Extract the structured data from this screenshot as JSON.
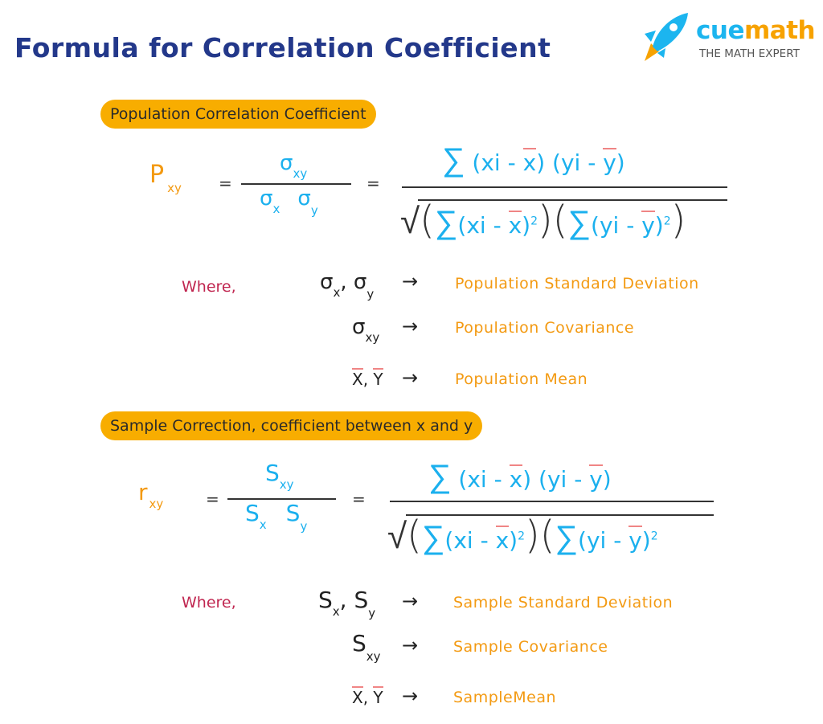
{
  "title": "Formula for Correlation Coefficient",
  "logo": {
    "brand_a": "cue",
    "brand_b": "math",
    "tagline": "THE MATH EXPERT",
    "icon": "rocket-icon"
  },
  "colors": {
    "title": "#23388a",
    "pill": "#f8ad00",
    "orange": "#f39a12",
    "blue": "#1bb0ee",
    "where": "#c02650",
    "overbar": "#f08585"
  },
  "formula_parts": {
    "eq": "=",
    "sum": "∑",
    "sqrt": "√",
    "lp": "(",
    "rp": ")",
    "xi": "(xi - ",
    "yi": "(yi - ",
    "x": "x",
    "y": "y",
    "close_mid": ") ",
    "close": ")",
    "sq": "2",
    "arrow": "→",
    "comma": ", ",
    "X": "X",
    "Y": "Y"
  },
  "sections": [
    {
      "heading": "Population Correlation Coefficient",
      "lhs": "P",
      "lhs_sub": "xy",
      "mid": "σ",
      "mid_sub": "xy",
      "den_a": "σ",
      "den_a_sub": "x",
      "den_b": "σ",
      "den_b_sub": "y",
      "where": "Where,",
      "defs": [
        {
          "label": "Population Standard Deviation"
        },
        {
          "label": "Population Covariance"
        },
        {
          "label": "Population Mean"
        }
      ]
    },
    {
      "heading": "Sample Correction, coefficient between x and y",
      "lhs": "r",
      "lhs_sub": "xy",
      "mid": "S",
      "mid_sub": "xy",
      "den_a": "S",
      "den_a_sub": "x",
      "den_b": "S",
      "den_b_sub": "y",
      "where": "Where,",
      "defs": [
        {
          "label": "Sample Standard Deviation"
        },
        {
          "label": "Sample Covariance"
        },
        {
          "label": "SampleMean"
        }
      ]
    }
  ]
}
